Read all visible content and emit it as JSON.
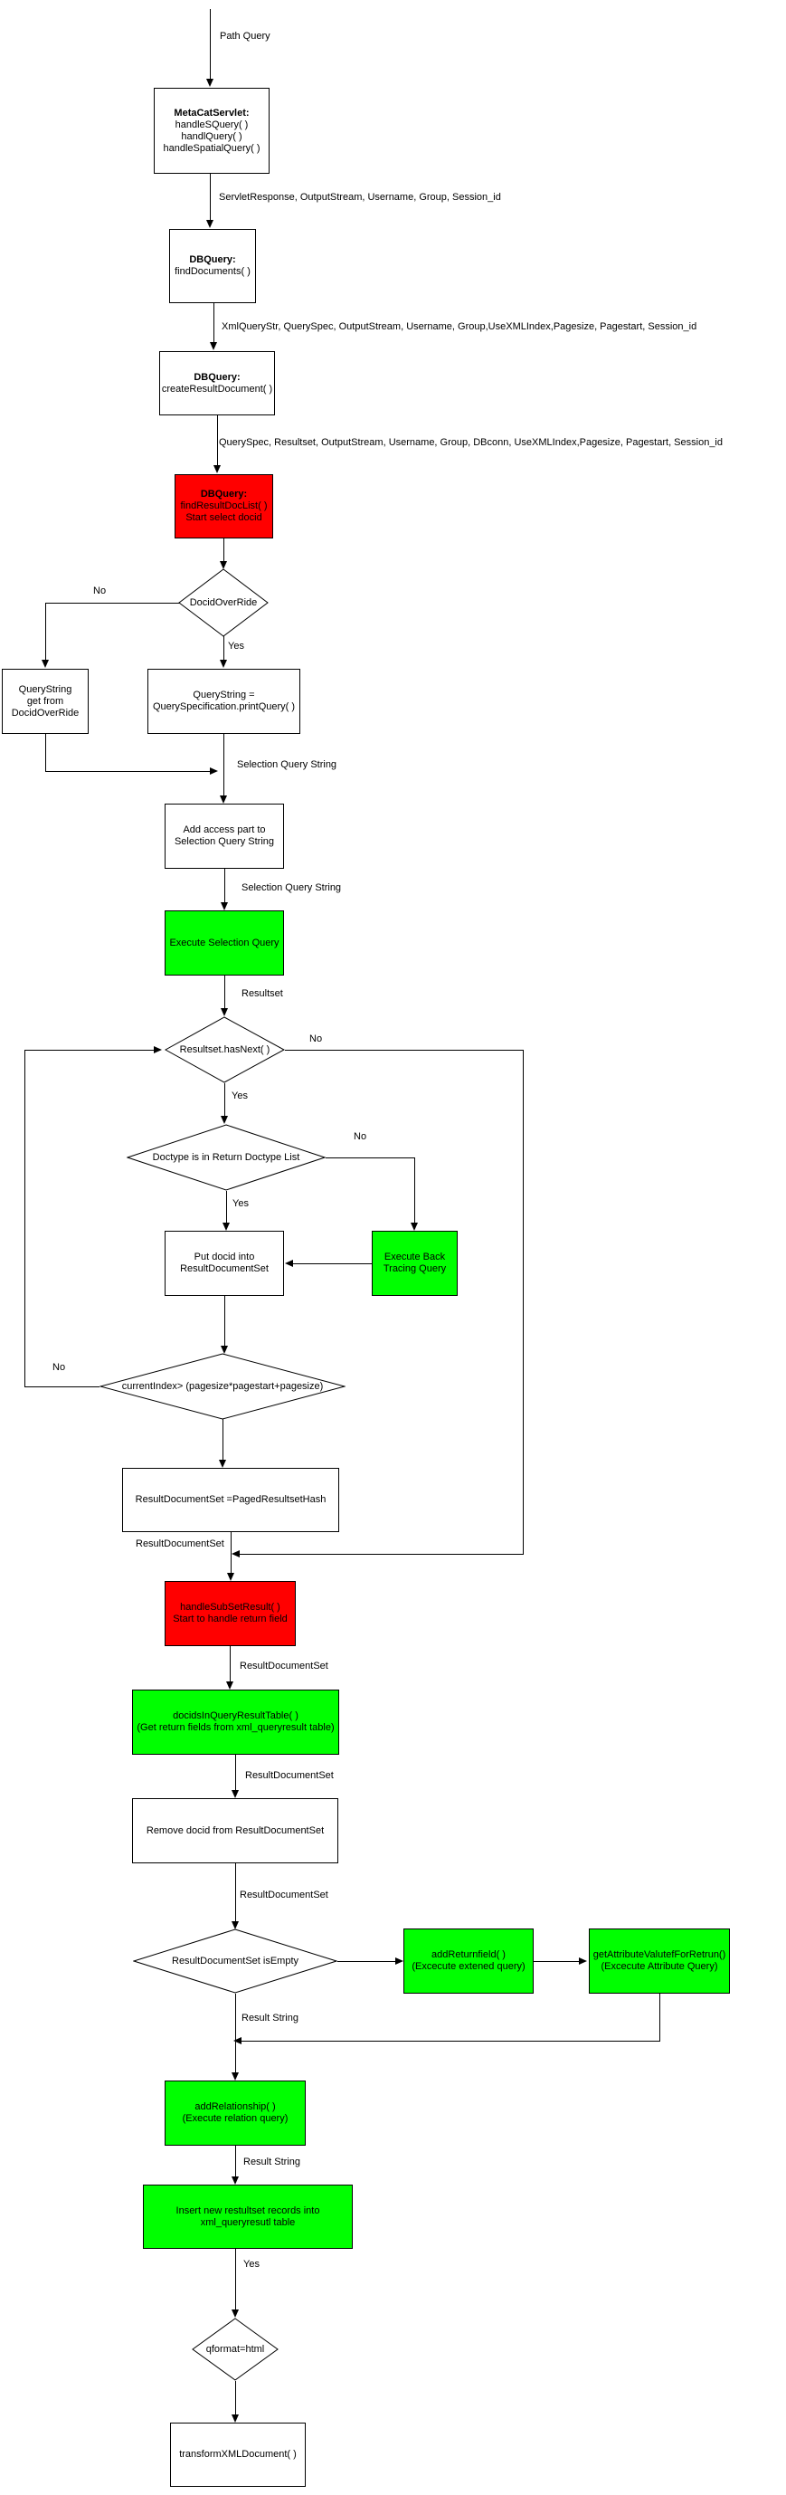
{
  "diagram": {
    "colors": {
      "highlight_red": "#ff0000",
      "highlight_green": "#00ff00",
      "process_fill": "#ffffff",
      "line": "#000000"
    },
    "nodes": {
      "metacat": {
        "lines": [
          "MetaCatServlet:",
          "handleSQuery( )",
          "handlQuery( )",
          "handleSpatialQuery( )"
        ]
      },
      "find_documents": {
        "lines": [
          "DBQuery:",
          "findDocuments( )"
        ]
      },
      "create_result_document": {
        "lines": [
          "DBQuery:",
          "createResultDocument( )"
        ]
      },
      "find_result_doc_list": {
        "lines": [
          "DBQuery:",
          "findResultDocList( )",
          "Start select docid"
        ]
      },
      "docid_override": {
        "label": "DocidOverRide"
      },
      "querystring_from_override": {
        "lines": [
          "QueryString",
          "get from",
          "DocidOverRide"
        ]
      },
      "querystring_printquery": {
        "lines": [
          "QueryString =",
          "QuerySpecification.printQuery( )"
        ]
      },
      "add_access": {
        "lines": [
          "Add access part to",
          "Selection Query String"
        ]
      },
      "execute_selection": {
        "lines": [
          "Execute Selection Query"
        ]
      },
      "hasnext": {
        "label": "Resultset.hasNext( )"
      },
      "doctype_in_list": {
        "label": "Doctype is in Return Doctype List"
      },
      "put_docid": {
        "lines": [
          "Put docid into",
          "ResultDocumentSet"
        ]
      },
      "back_tracing": {
        "lines": [
          "Execute Back",
          "Tracing Query"
        ]
      },
      "current_index": {
        "label": "currentIndex> (pagesize*pagestart+pagesize)"
      },
      "paged_hash": {
        "lines": [
          "ResultDocumentSet =PagedResultsetHash"
        ]
      },
      "handle_subset": {
        "lines": [
          "handleSubSetResult( )",
          "Start to handle return field"
        ]
      },
      "docids_in_table": {
        "lines": [
          "docidsInQueryResultTable( )",
          "(Get return fields from xml_queryresult table)"
        ]
      },
      "remove_docid": {
        "lines": [
          "Remove docid from ResultDocumentSet"
        ]
      },
      "isempty": {
        "label": "ResultDocumentSet isEmpty"
      },
      "add_returnfield": {
        "lines": [
          "addReturnfield( )",
          "(Excecute extened query)"
        ]
      },
      "get_attribute": {
        "lines": [
          "getAttributeValutefForRetrun()",
          "(Excecute Attribute Query)"
        ]
      },
      "add_relationship": {
        "lines": [
          "addRelationship( )",
          "(Execute relation query)"
        ]
      },
      "insert_records": {
        "lines": [
          "Insert new restultset records into",
          "xml_queryresutl table"
        ]
      },
      "qformat": {
        "label": "qformat=html"
      },
      "transform": {
        "lines": [
          "transformXMLDocument( )"
        ]
      }
    },
    "labels": {
      "path_query": "Path Query",
      "servlet_params": "ServletResponse, OutputStream,  Username, Group, Session_id",
      "find_params": "XmlQueryStr, QuerySpec, OutputStream, Username, Group,UseXMLIndex,Pagesize, Pagestart, Session_id",
      "create_params": "QuerySpec, Resultset, OutputStream, Username, Group, DBconn, UseXMLIndex,Pagesize, Pagestart, Session_id",
      "no": "No",
      "yes": "Yes",
      "selection_query_string": "Selection Query String",
      "resultset": "Resultset",
      "result_document_set": "ResultDocumentSet",
      "result_string": "Result String"
    }
  }
}
